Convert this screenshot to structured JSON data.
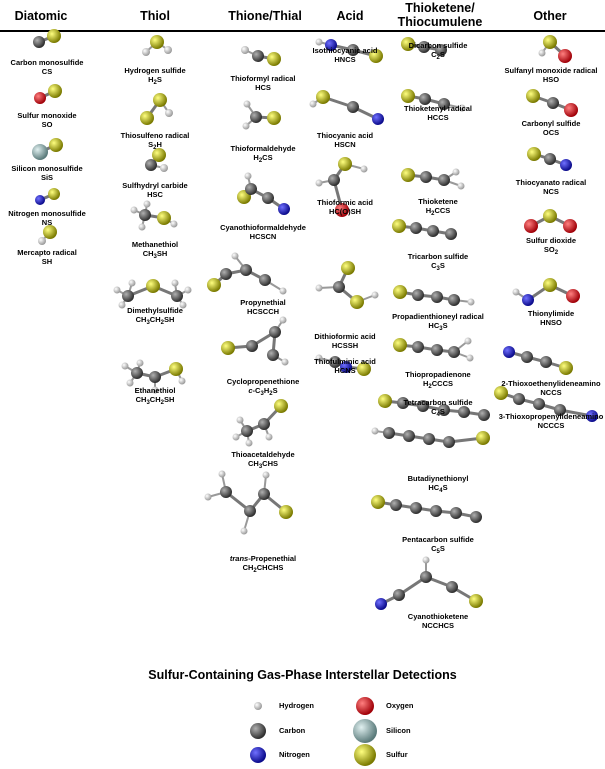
{
  "headers": [
    "Diatomic",
    "Thiol",
    "Thione/Thial",
    "Acid",
    "Thioketene/\nThiocumulene",
    "Other"
  ],
  "molecules": [
    {
      "name": "Carbon monosulfide",
      "formula": "CS"
    },
    {
      "name": "Sulfur monoxide",
      "formula": "SO"
    },
    {
      "name": "Silicon monosulfide",
      "formula": "SiS"
    },
    {
      "name": "Nitrogen monosulfide",
      "formula": "NS"
    },
    {
      "name": "Mercapto radical",
      "formula": "SH"
    },
    {
      "name": "Hydrogen sulfide",
      "formula": "H2S"
    },
    {
      "name": "Thiosulfeno radical",
      "formula": "S2H"
    },
    {
      "name": "Sulfhydryl carbide",
      "formula": "HSC"
    },
    {
      "name": "Methanethiol",
      "formula": "CH3SH"
    },
    {
      "name": "Dimethylsulfide",
      "formula": "CH3CH2SH"
    },
    {
      "name": "Ethanethiol",
      "formula": "CH3CH2SH"
    },
    {
      "name": "Thioformyl radical",
      "formula": "HCS"
    },
    {
      "name": "Thioformaldehyde",
      "formula": "H2CS"
    },
    {
      "name": "Cyanothioformaldehyde",
      "formula": "HCSCN"
    },
    {
      "name": "Propynethial",
      "formula": "HCSCCH"
    },
    {
      "name": "Cyclopropenethione",
      "formula": "c-C3H2S"
    },
    {
      "name": "Thioacetaldehyde",
      "formula": "CH3CHS"
    },
    {
      "name": "trans-Propenethial",
      "formula": "CH2CHCHS"
    },
    {
      "name": "Isothiocyanic acid",
      "formula": "HNCS"
    },
    {
      "name": "Thiocyanic acid",
      "formula": "HSCN"
    },
    {
      "name": "Thioformic acid",
      "formula": "HC(O)SH"
    },
    {
      "name": "Dithioformic acid",
      "formula": "HCSSH"
    },
    {
      "name": "Thiofulminic acid",
      "formula": "HCNS"
    },
    {
      "name": "Dicarbon sulfide",
      "formula": "C2S"
    },
    {
      "name": "Thioketenyl radical",
      "formula": "HCCS"
    },
    {
      "name": "Thioketene",
      "formula": "H2CCS"
    },
    {
      "name": "Tricarbon sulfide",
      "formula": "C3S"
    },
    {
      "name": "Propadienthioneyl radical",
      "formula": "HC3S"
    },
    {
      "name": "Thiopropadienone",
      "formula": "H2CCCS"
    },
    {
      "name": "Tetracarbon sulfide",
      "formula": "C4S"
    },
    {
      "name": "Butadiynethionyl",
      "formula": "HC4S"
    },
    {
      "name": "Pentacarbon sulfide",
      "formula": "C5S"
    },
    {
      "name": "Cyanothioketene",
      "formula": "NCCHCS"
    },
    {
      "name": "Sulfanyl monoxide radical",
      "formula": "HSO"
    },
    {
      "name": "Carbonyl sulfide",
      "formula": "OCS"
    },
    {
      "name": "Thiocyanato radical",
      "formula": "NCS"
    },
    {
      "name": "Sulfur dioxide",
      "formula": "SO2"
    },
    {
      "name": "Thionylimide",
      "formula": "HNSO"
    },
    {
      "name": "2-Thioxoethenylideneamino",
      "formula": "NCCS"
    },
    {
      "name": "3-Thioxopropenylideneamino",
      "formula": "NCCCS"
    }
  ],
  "footer_title": "Sulfur-Containing Gas-Phase Interstellar Detections",
  "legend": [
    {
      "label": "Hydrogen",
      "element": "H",
      "color": "#e6e6e6"
    },
    {
      "label": "Oxygen",
      "element": "O",
      "color": "#e8141c"
    },
    {
      "label": "Carbon",
      "element": "C",
      "color": "#6e6e6e"
    },
    {
      "label": "Silicon",
      "element": "Si",
      "color": "#9fbcbc"
    },
    {
      "label": "Nitrogen",
      "element": "N",
      "color": "#1a1ad6"
    },
    {
      "label": "Sulfur",
      "element": "S",
      "color": "#c8c800"
    }
  ]
}
